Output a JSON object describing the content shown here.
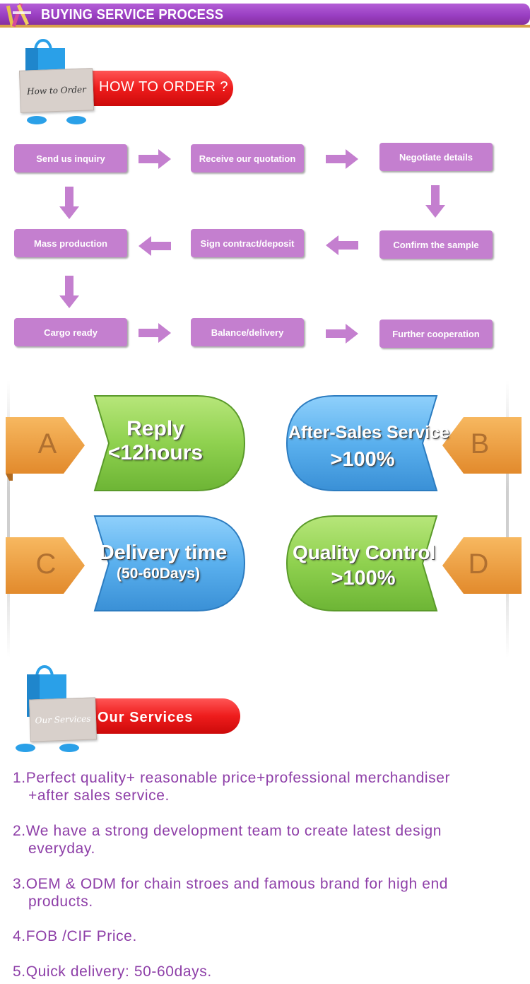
{
  "header": {
    "title": "BUYING SERVICE PROCESS",
    "logo_icon": "brand-logo-icon"
  },
  "how_to_order": {
    "card_text": "How to Order",
    "badge_text": "HOW TO ORDER ?"
  },
  "process": {
    "steps": [
      "Send us inquiry",
      "Receive our quotation",
      "Negotiate details",
      "Confirm the sample",
      "Sign contract/deposit",
      "Mass production",
      "Cargo ready",
      "Balance/delivery",
      "Further cooperation"
    ]
  },
  "highlights": {
    "a": {
      "letter": "A",
      "line1": "Reply",
      "line2": "<12hours"
    },
    "b": {
      "letter": "B",
      "line1": "After-Sales Service",
      "line2": ">100%"
    },
    "c": {
      "letter": "C",
      "line1": "Delivery time",
      "line2": "(50-60Days)"
    },
    "d": {
      "letter": "D",
      "line1": "Quality Control",
      "line2": ">100%"
    }
  },
  "our_services": {
    "card_text": "Our Services",
    "badge_text": "Our Services",
    "items": [
      {
        "line1": "1.Perfect quality+ reasonable price+professional merchandiser",
        "line2": "+after sales service."
      },
      {
        "line1": "2.We have a strong development team to create latest design",
        "line2": "everyday."
      },
      {
        "line1": "3.OEM & ODM for chain stroes and famous brand for high end",
        "line2": "products."
      },
      {
        "line1": "4.FOB /CIF Price.",
        "line2": ""
      },
      {
        "line1": "5.Quick delivery: 50-60days.",
        "line2": ""
      }
    ]
  },
  "colors": {
    "step_fill": "#c47fcf",
    "arrow_fill": "#c47fcf",
    "header_purple": "#9a3fc3",
    "badge_red": "#ee1c1c",
    "service_text": "#8e3fa8",
    "green_bubble": "#8fd14f",
    "blue_bubble": "#5ab0ee",
    "orange_tab": "#f2a34a"
  }
}
